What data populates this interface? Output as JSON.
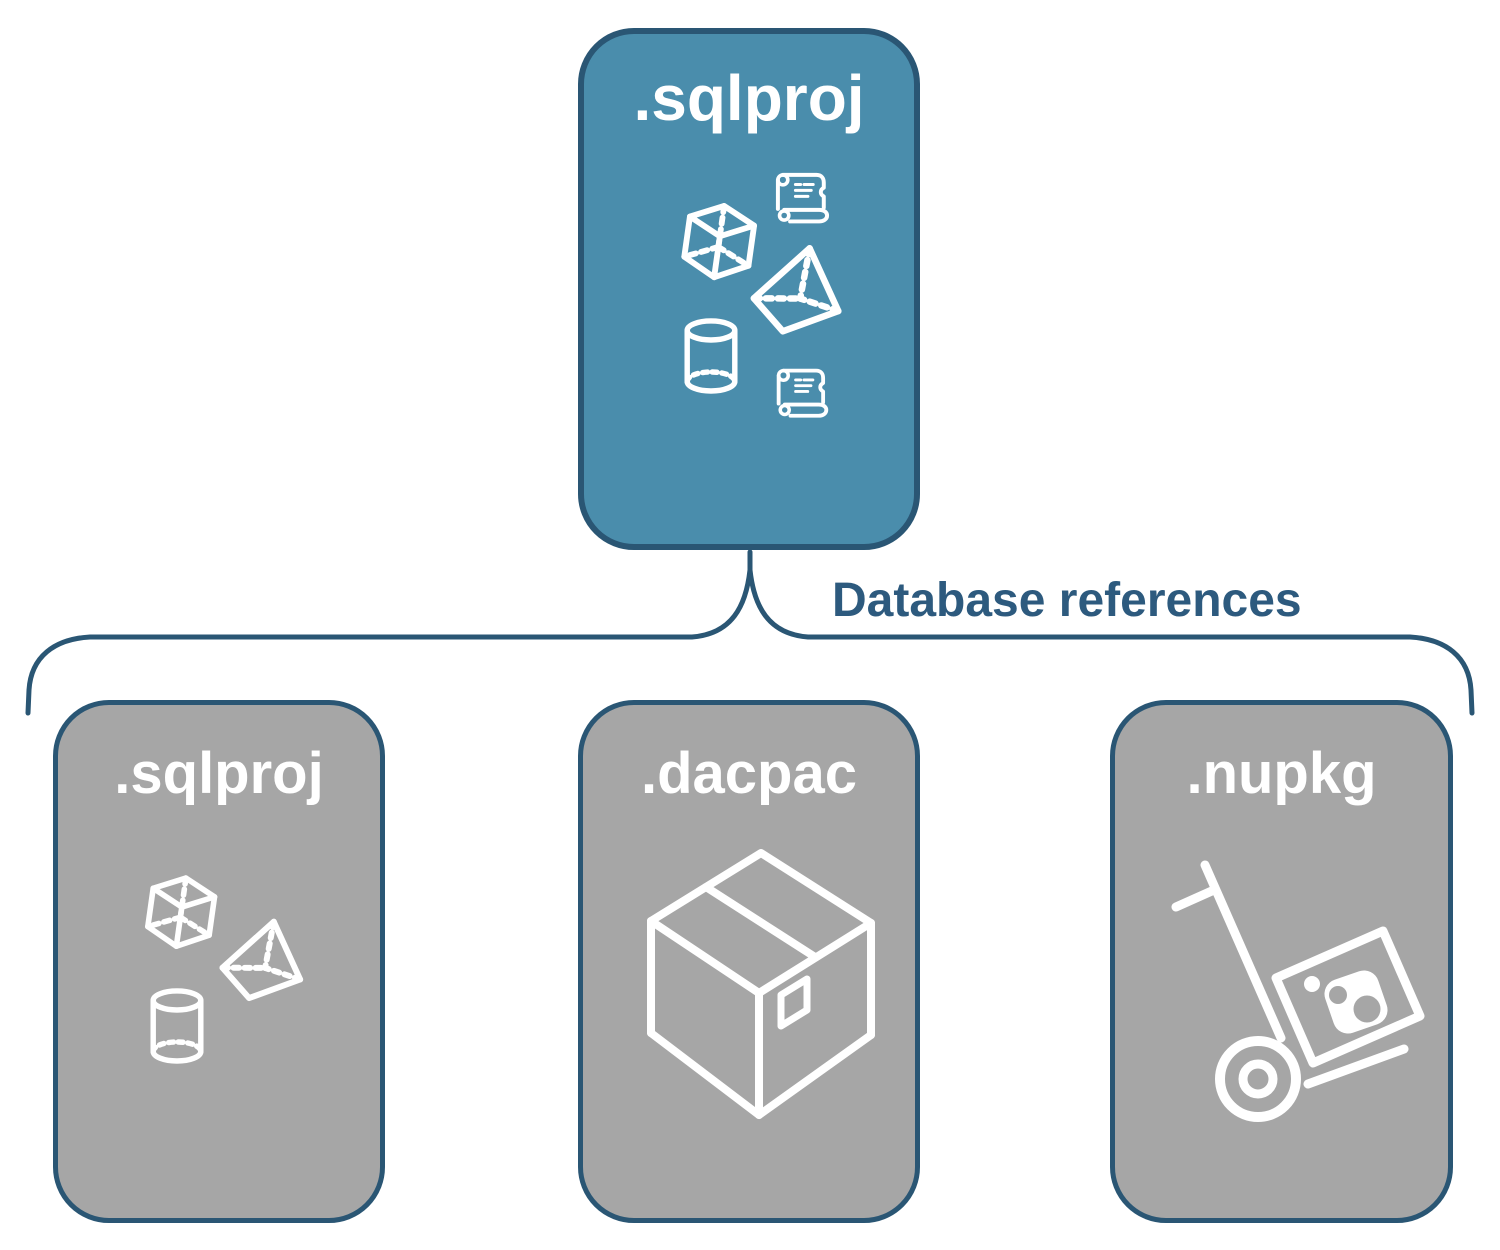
{
  "diagram": {
    "root": {
      "label": ".sqlproj"
    },
    "connector": {
      "label": "Database references"
    },
    "children": [
      {
        "label": ".sqlproj"
      },
      {
        "label": ".dacpac"
      },
      {
        "label": ".nupkg"
      }
    ],
    "icons": {
      "root": [
        "scroll-icon",
        "cube-icon",
        "pyramid-icon",
        "cylinder-icon",
        "scroll-icon"
      ],
      "child_sqlproj": [
        "cube-icon",
        "pyramid-icon",
        "cylinder-icon"
      ],
      "child_dacpac": [
        "package-box-icon"
      ],
      "child_nupkg": [
        "hand-truck-nuget-icon"
      ]
    },
    "colors": {
      "root_fill": "#4A8DAC",
      "child_fill": "#A6A6A6",
      "outline_navy": "#2A5674",
      "connector_text": "#2D5A7E",
      "icon_stroke": "#FFFFFF"
    }
  }
}
